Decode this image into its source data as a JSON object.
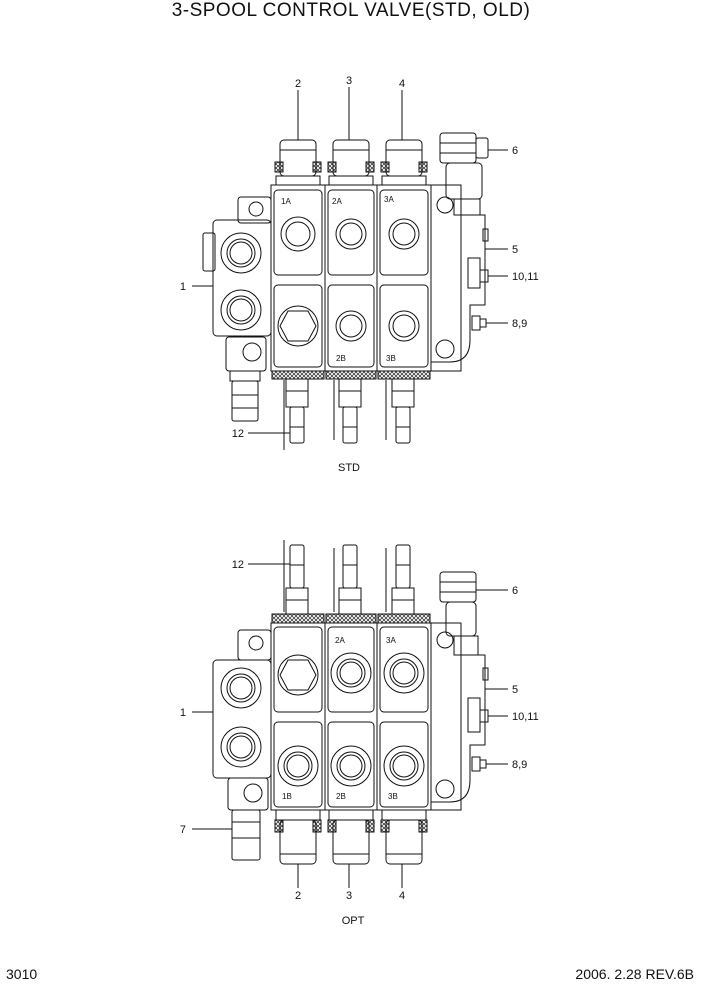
{
  "title": "3-SPOOL CONTROL VALVE(STD, OLD)",
  "page_number": "3010",
  "revision": "2006. 2.28 REV.6B",
  "views": {
    "std": {
      "caption": "STD",
      "callouts": [
        "1",
        "2",
        "3",
        "4",
        "5",
        "6",
        "10,11",
        "8,9",
        "12"
      ],
      "port_labels": [
        "1A",
        "2A",
        "3A",
        "2B",
        "3B"
      ]
    },
    "opt": {
      "caption": "OPT",
      "callouts": [
        "1",
        "2",
        "3",
        "4",
        "5",
        "6",
        "7",
        "10,11",
        "8,9",
        "12"
      ],
      "port_labels": [
        "2A",
        "3A",
        "1B",
        "2B",
        "3B"
      ]
    }
  }
}
